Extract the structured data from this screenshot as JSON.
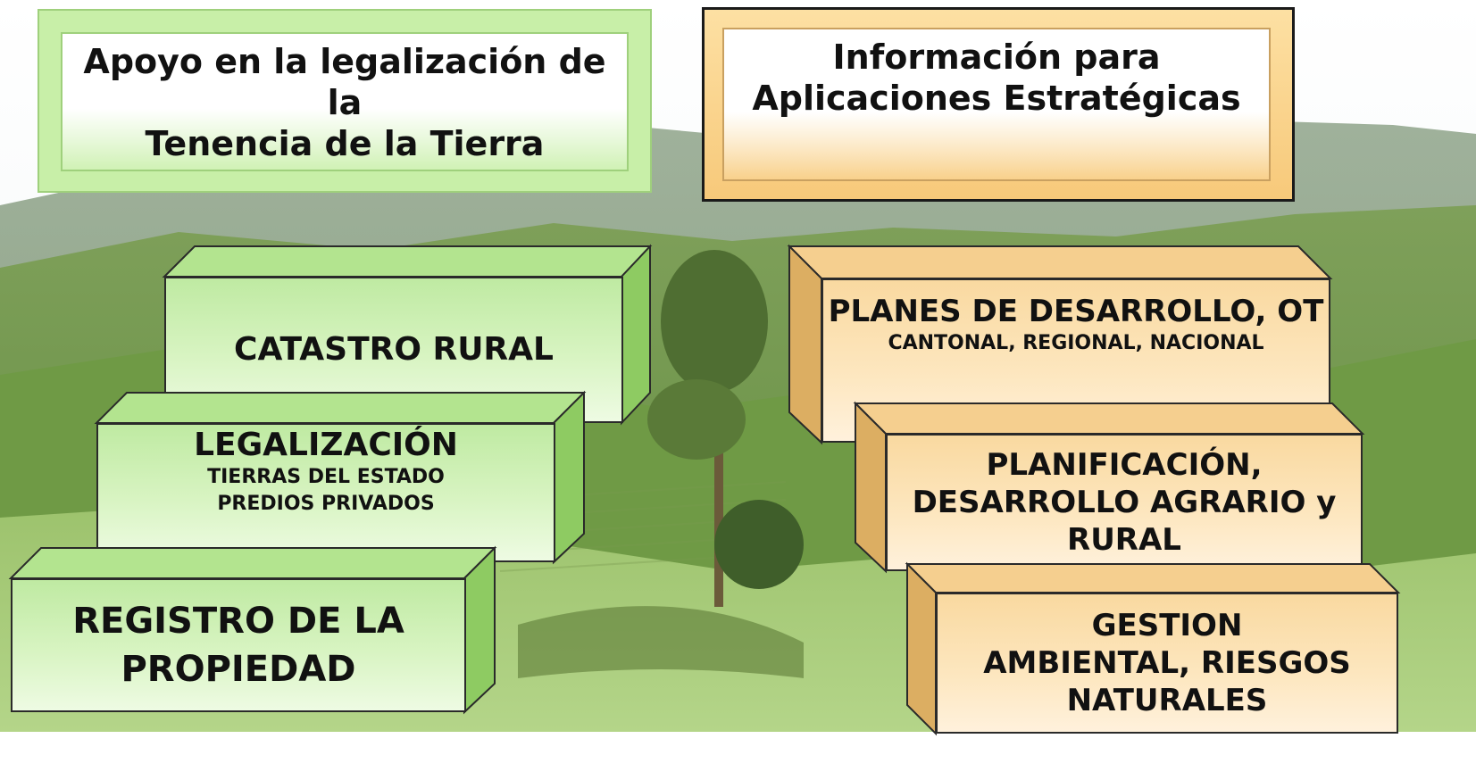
{
  "left_panel": {
    "header": "Apoyo en la legalización de la\nTenencia de la Tierra",
    "boxes": [
      {
        "title": "CATASTRO RURAL"
      },
      {
        "title": "LEGALIZACIÓN",
        "subtitle_1": "TIERRAS DEL ESTADO",
        "subtitle_2": "PREDIOS PRIVADOS"
      },
      {
        "title": "REGISTRO DE LA\nPROPIEDAD"
      }
    ]
  },
  "right_panel": {
    "header": "Información para\nAplicaciones Estratégicas",
    "boxes": [
      {
        "title": "PLANES DE DESARROLLO, OT",
        "subtitle": "CANTONAL, REGIONAL, NACIONAL"
      },
      {
        "title": "PLANIFICACIÓN,\nDESARROLLO AGRARIO y\nRURAL"
      },
      {
        "title": "GESTION\nAMBIENTAL, RIESGOS\nNATURALES"
      }
    ]
  },
  "colors": {
    "green_face": "#c8efa8",
    "green_border": "#9fd07c",
    "orange_face": "#f9d9a0",
    "frame_dark": "#1a1a1a"
  }
}
